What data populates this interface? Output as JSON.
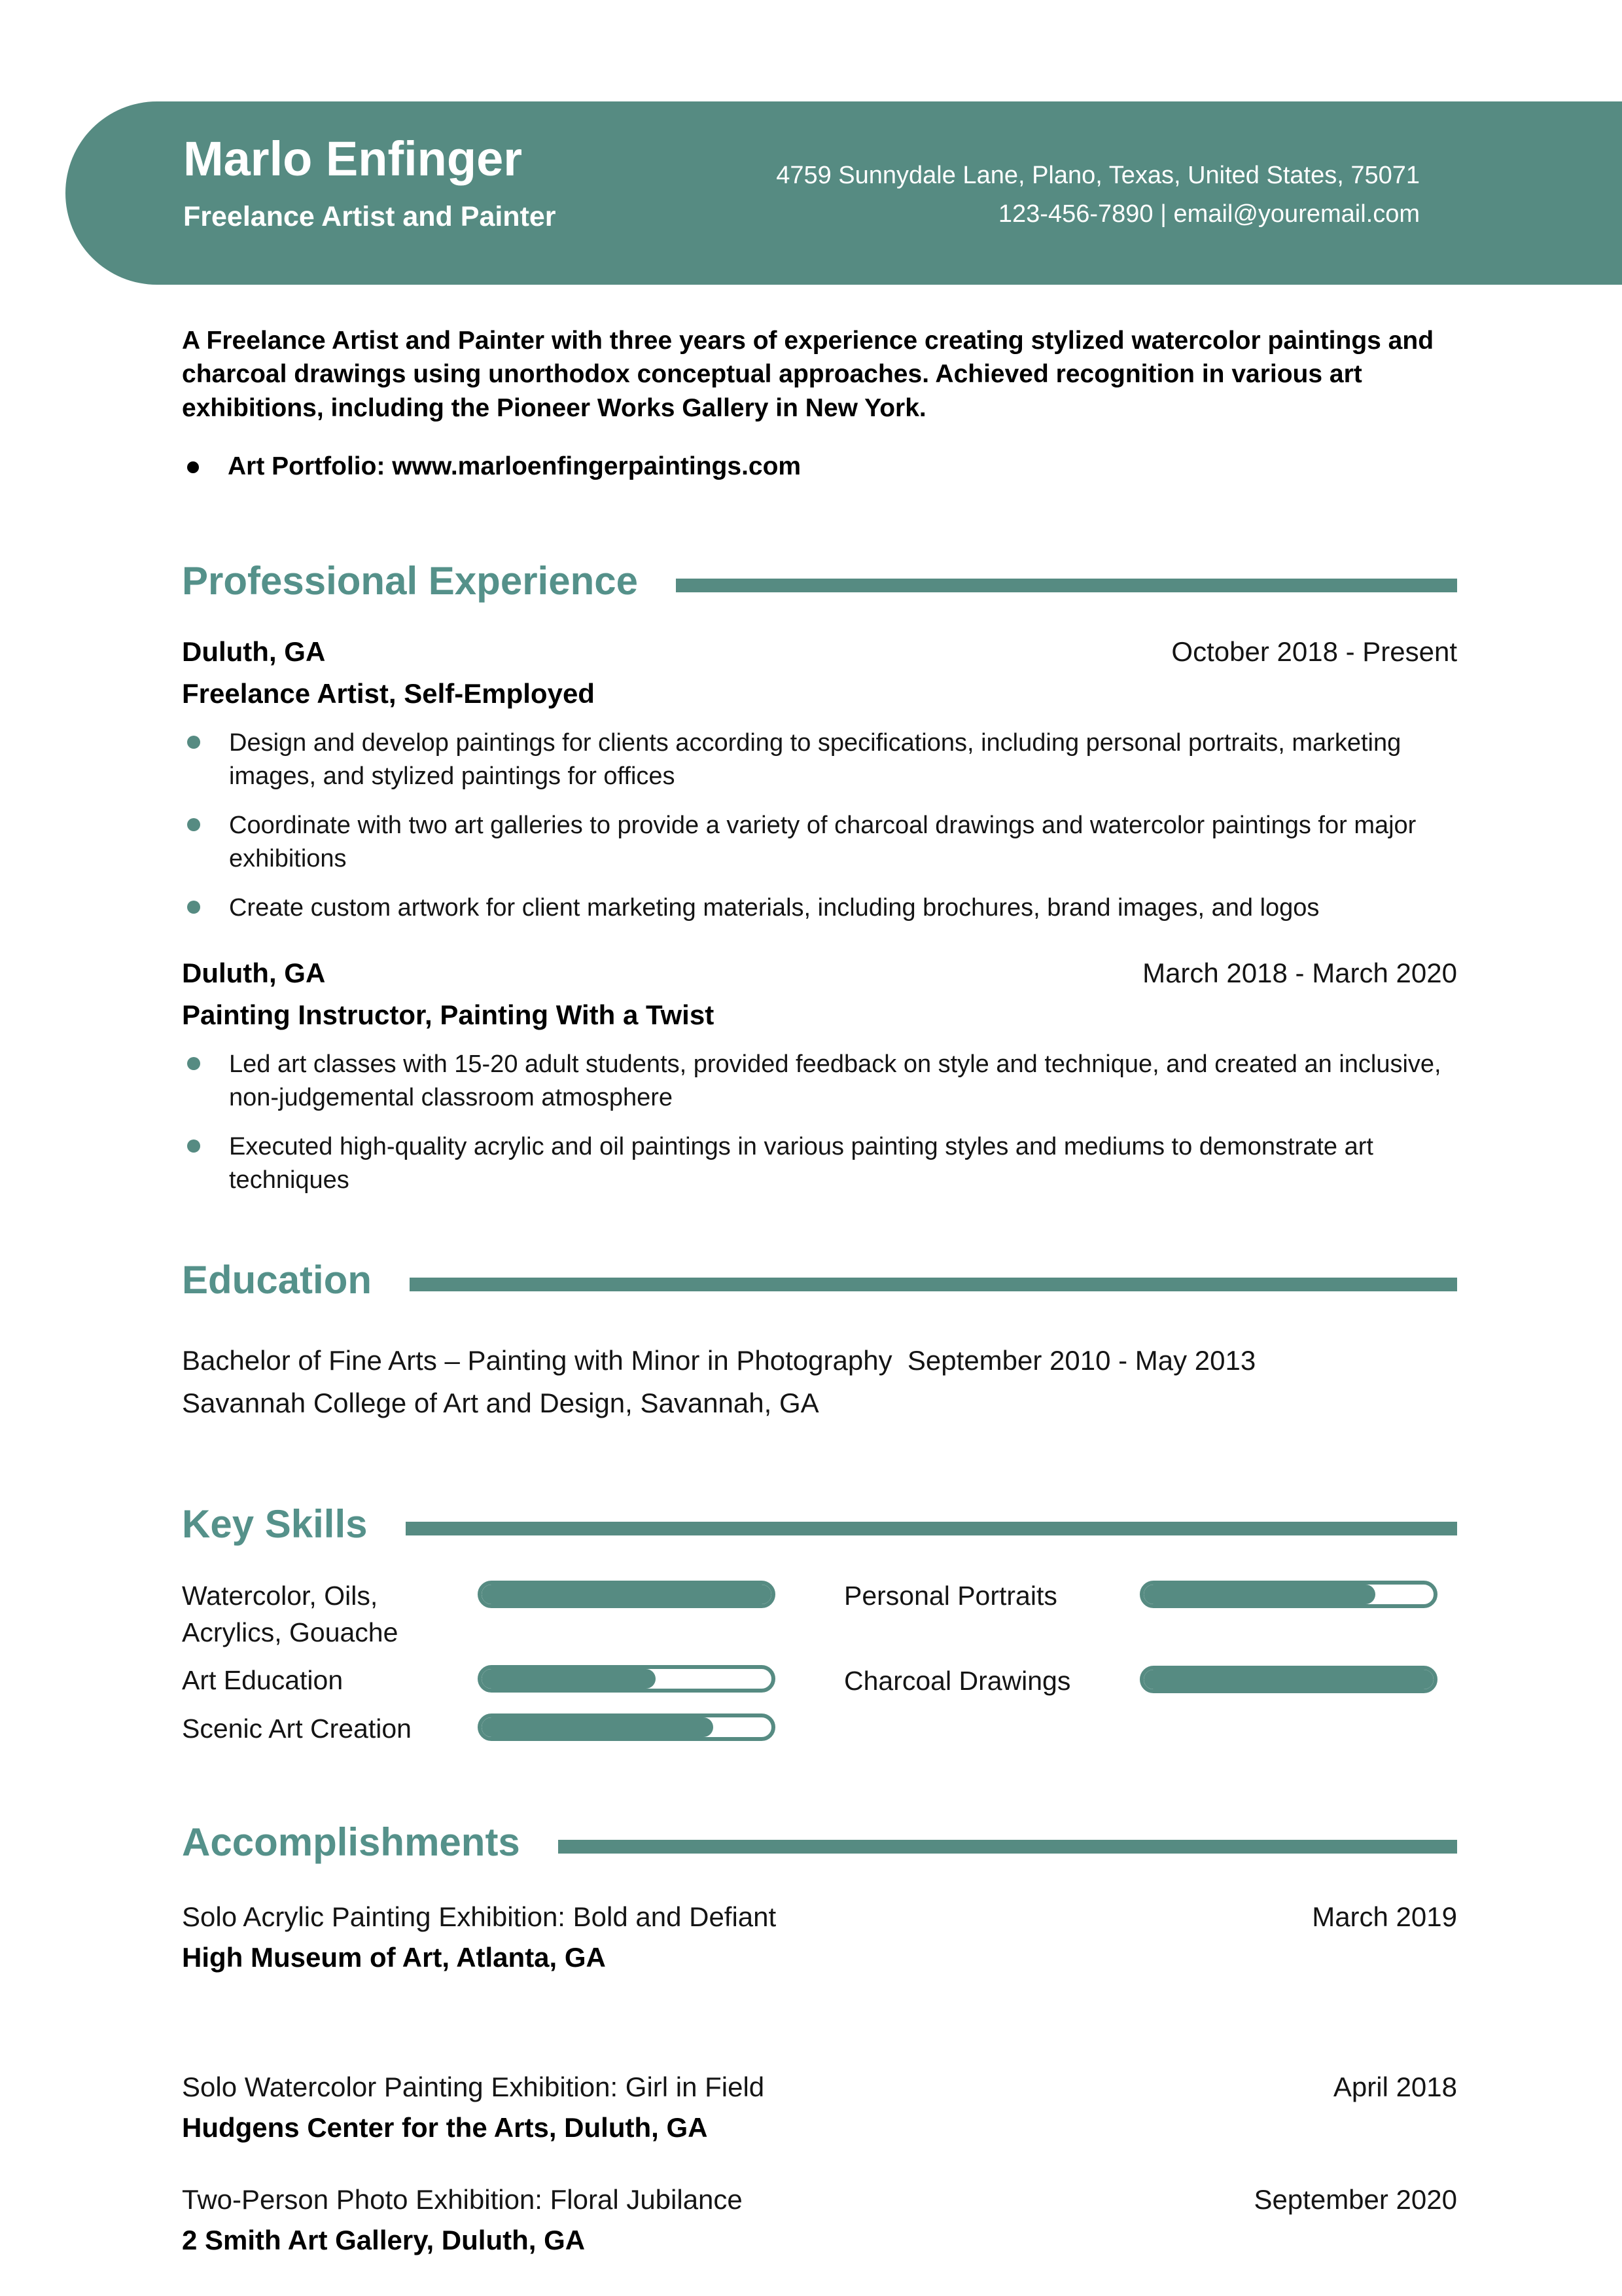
{
  "colors": {
    "accent": "#568B82",
    "section_title": "#55918A",
    "header_text": "#ffffff"
  },
  "header": {
    "name": "Marlo Enfinger",
    "title": "Freelance Artist and Painter",
    "address": "4759 Sunnydale Lane, Plano, Texas, United States, 75071",
    "contact": "123-456-7890 | email@youremail.com"
  },
  "summary": {
    "text": "A Freelance Artist and Painter with three years of experience creating stylized watercolor paintings and charcoal drawings using unorthodox conceptual approaches. Achieved recognition in various art exhibitions, including the Pioneer Works Gallery in New York.",
    "portfolio": "Art Portfolio: www.marloenfingerpaintings.com"
  },
  "experience": {
    "title": "Professional Experience",
    "jobs": [
      {
        "location": "Duluth, GA",
        "dates": "October 2018 - Present",
        "role": "Freelance Artist, Self-Employed",
        "bullets": [
          "Design and develop paintings for clients according to specifications, including personal portraits, marketing images, and stylized paintings for offices",
          "Coordinate with two art galleries to provide a variety of charcoal drawings and watercolor paintings for major exhibitions",
          "Create custom artwork for client marketing materials, including brochures, brand images, and logos"
        ]
      },
      {
        "location": "Duluth, GA",
        "dates": "March 2018 - March 2020",
        "role": "Painting Instructor, Painting With a Twist",
        "bullets": [
          "Led art classes with 15-20 adult students, provided feedback on style and technique, and created an inclusive, non-judgemental classroom atmosphere",
          "Executed high-quality acrylic and oil paintings in various painting styles and mediums to demonstrate art techniques"
        ]
      }
    ]
  },
  "education": {
    "title": "Education",
    "degree_line": "Bachelor of Fine Arts – Painting with Minor in Photography  September 2010 - May 2013",
    "school_line": "Savannah College of Art and Design, Savannah, GA"
  },
  "skills": {
    "title": "Key Skills",
    "left": [
      {
        "label": "Watercolor, Oils, Acrylics, Gouache",
        "percent": 100,
        "fill": "width:100%"
      },
      {
        "label": "Art Education",
        "percent": 60,
        "fill": "width:60%"
      },
      {
        "label": "Scenic Art Creation",
        "percent": 80,
        "fill": "width:80%"
      }
    ],
    "right": [
      {
        "label": "Personal Portraits",
        "percent": 80,
        "fill": "width:80%"
      },
      {
        "label": "Charcoal Drawings",
        "percent": 100,
        "fill": "width:100%"
      }
    ]
  },
  "accomplishments": {
    "title": "Accomplishments",
    "items": [
      {
        "title": "Solo Acrylic Painting Exhibition: Bold and Defiant",
        "date": "March 2019",
        "venue": "High Museum of Art, Atlanta, GA"
      },
      {
        "title": "Solo Watercolor Painting Exhibition: Girl in Field",
        "date": "April 2018",
        "venue": "Hudgens Center for the Arts, Duluth, GA"
      },
      {
        "title": "Two-Person Photo Exhibition: Floral Jubilance",
        "date": "September 2020",
        "venue": "2 Smith Art Gallery, Duluth, GA"
      }
    ]
  }
}
